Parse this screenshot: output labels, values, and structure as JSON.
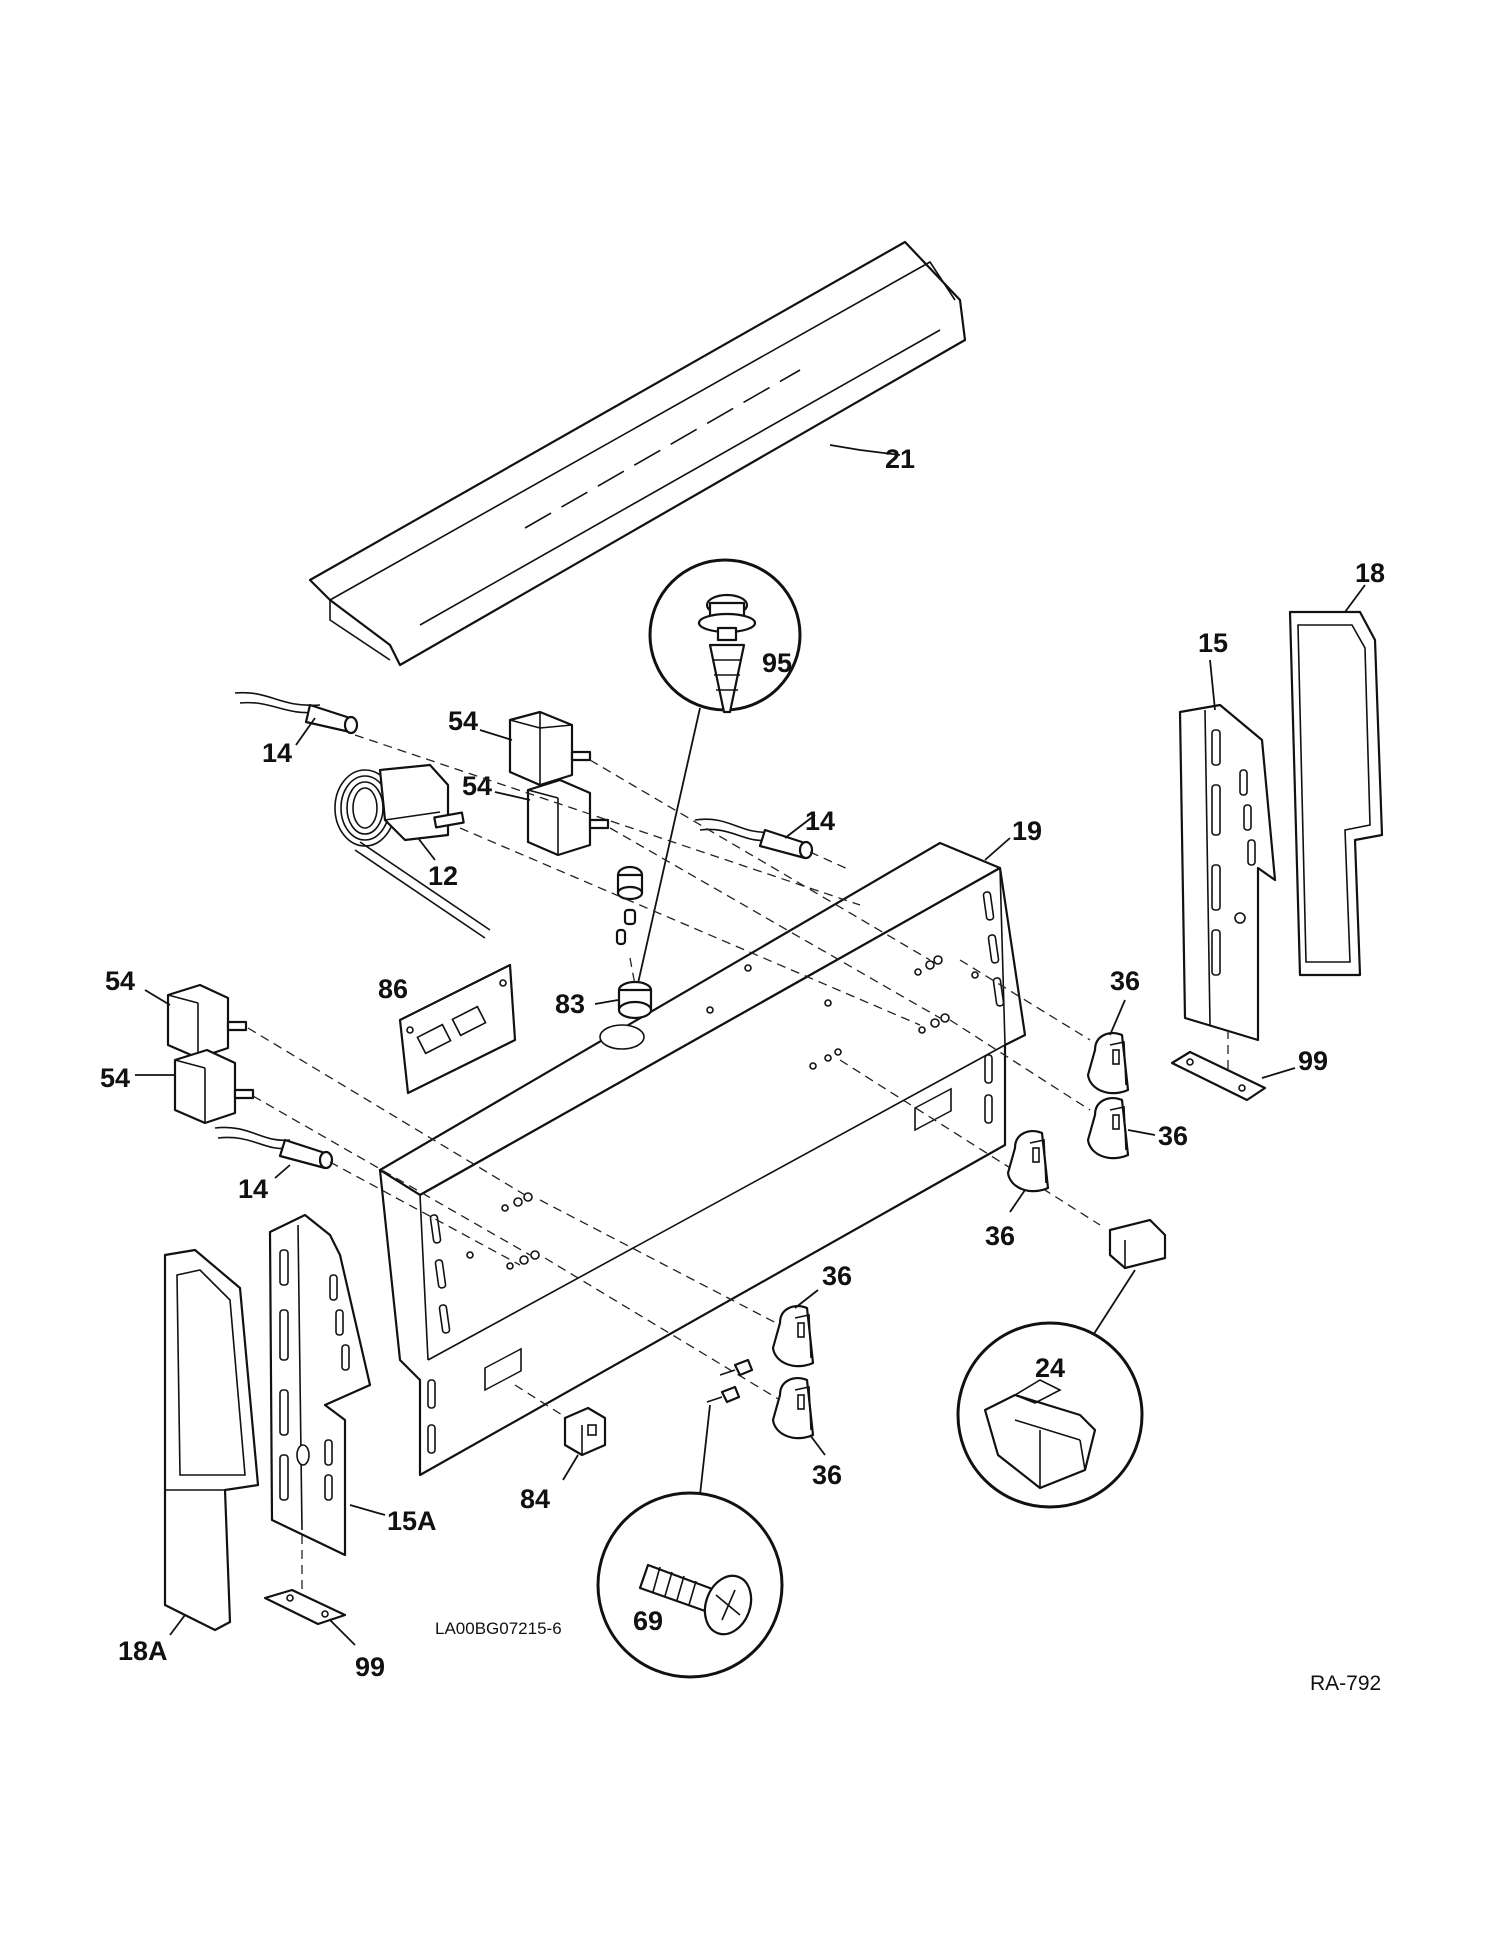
{
  "callouts": {
    "p21": "21",
    "p95": "95",
    "p18": "18",
    "p15": "15",
    "p54a": "54",
    "p54b": "54",
    "p14a": "14",
    "p12": "12",
    "p14b": "14",
    "p19": "19",
    "p54c": "54",
    "p86": "86",
    "p83": "83",
    "p36a": "36",
    "p99a": "99",
    "p54d": "54",
    "p36b": "36",
    "p14c": "14",
    "p36c": "36",
    "p36d": "36",
    "p24": "24",
    "p36e": "36",
    "p84": "84",
    "p15a": "15A",
    "p69": "69",
    "p18a": "18A",
    "p99b": "99"
  },
  "drawing_code": "LA00BG07215-6",
  "reference": "RA-792"
}
